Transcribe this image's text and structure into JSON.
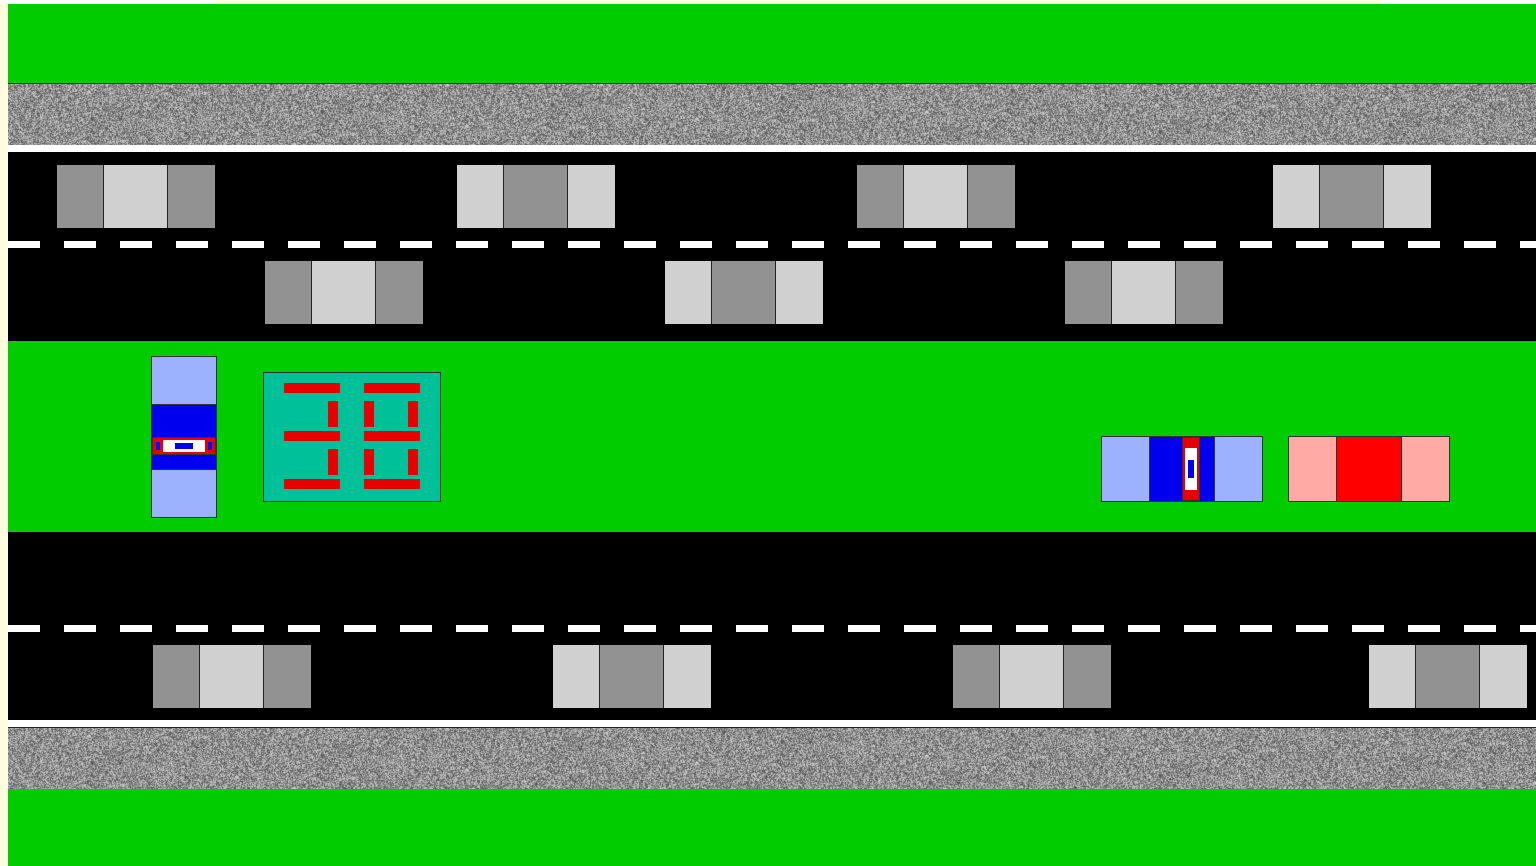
{
  "game": {
    "score_display": "38",
    "digits": [
      3,
      8
    ],
    "player": {
      "orientation": "vertical",
      "body_color": "#0000ee",
      "window_color": "#9db2ff"
    },
    "colors": {
      "grass": "#00cc00",
      "road": "#000000",
      "sidewalk": "#9a9a9a",
      "lane_marking": "#ffffff",
      "scoreboard_bg": "#00c09a",
      "digit_segment": "#e60000",
      "truck_dark": "#929292",
      "truck_light": "#d0d0d0",
      "police_body": "#0000ee",
      "police_window": "#9db2ff",
      "red_car_body": "#ff0000",
      "red_car_window": "#ffaaa5"
    },
    "lanes": {
      "upper_lane_1_vehicle_count": 4,
      "upper_lane_2_vehicle_count": 3,
      "lower_lane_vehicle_count": 4
    },
    "parked_cars": [
      "police-car",
      "red-car"
    ]
  }
}
